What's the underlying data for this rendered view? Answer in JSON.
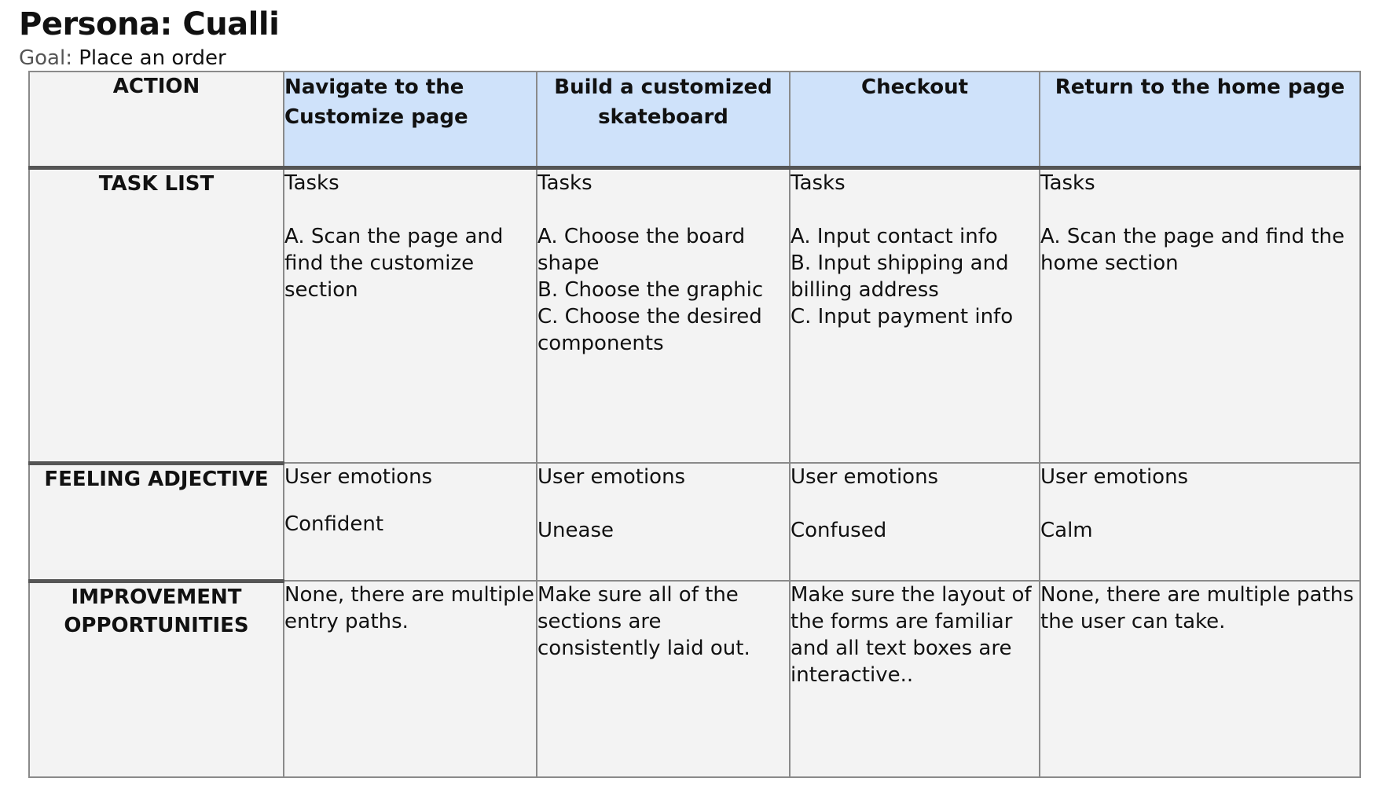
{
  "title": "Persona: Cualli",
  "goal": {
    "label": "Goal:",
    "value": "Place an order"
  },
  "table": {
    "row_labels": {
      "action": "ACTION",
      "task_list": "TASK LIST",
      "feeling": "FEELING ADJECTIVE",
      "improvement": "IMPROVEMENT OPPORTUNITIES"
    },
    "stages": [
      {
        "header": "Navigate to the Customize page",
        "tasks_heading": "Tasks",
        "tasks": [
          "A. Scan the page and find the customize section"
        ],
        "emotions_heading": "User emotions",
        "emotion": "Confident",
        "improvement": "None, there are multiple entry paths."
      },
      {
        "header": "Build a customized skateboard",
        "tasks_heading": "Tasks",
        "tasks": [
          "A. Choose the board shape",
          "B. Choose the graphic",
          "C. Choose the desired components"
        ],
        "emotions_heading": "User emotions",
        "emotion": "Unease",
        "improvement": "Make sure all of the sections are consistently laid out."
      },
      {
        "header": "Checkout",
        "tasks_heading": "Tasks",
        "tasks": [
          "A. Input contact info",
          "B. Input shipping and billing address",
          "C. Input payment info"
        ],
        "emotions_heading": "User emotions",
        "emotion": "Confused",
        "improvement": "Make sure the layout of the forms are familiar and all text boxes are interactive.."
      },
      {
        "header": "Return to the home page",
        "tasks_heading": "Tasks",
        "tasks": [
          "A. Scan the page and find the home section"
        ],
        "emotions_heading": "User emotions",
        "emotion": "Calm",
        "improvement": "None, there are multiple paths the user can take."
      }
    ]
  }
}
